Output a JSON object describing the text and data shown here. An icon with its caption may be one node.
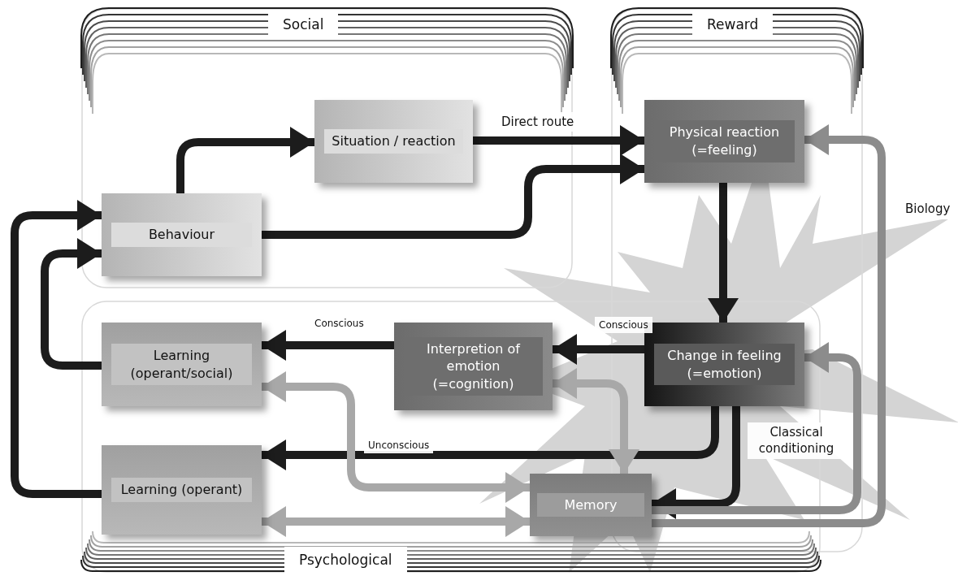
{
  "diagram": {
    "nodes": [
      {
        "text": [
          "Social"
        ]
      },
      {
        "text": [
          "Behaviour"
        ],
        "in": 0
      },
      {
        "text": [
          "Situation / reaction"
        ],
        "in": 0
      },
      {
        "text": [
          "Reward"
        ]
      },
      {
        "text": [
          "Physical reaction (=feeling)"
        ],
        "in": 3
      },
      {
        "text": [
          "Psychological"
        ]
      },
      {
        "text": [
          "Learning (operant/social)"
        ],
        "in": 5
      },
      {
        "text": [
          "Interpretion of emotion (=cognition)"
        ],
        "in": 5
      },
      {
        "text": [
          "Change in feeling (=emotion)"
        ]
      },
      {
        "text": [
          "Learning (operant)"
        ],
        "in": 5
      },
      {
        "text": [
          "Memory"
        ],
        "in": 5
      }
    ],
    "edges": [
      {
        "from": 1,
        "to": 2,
        "arrow": "to"
      },
      {
        "from": 2,
        "to": 4,
        "arrow": "to",
        "label": "Direct route"
      },
      {
        "from": 1,
        "to": 4,
        "arrow": "to"
      },
      {
        "from": 4,
        "to": 8,
        "arrow": "to"
      },
      {
        "from": 8,
        "to": 7,
        "arrow": "to",
        "label": "Conscious"
      },
      {
        "from": 7,
        "to": 6,
        "arrow": "to",
        "label": "Conscious"
      },
      {
        "from": 8,
        "to": 9,
        "arrow": "to",
        "label": "Unconscious"
      },
      {
        "from": 8,
        "to": 10,
        "arrow": "to",
        "label": "Classical conditioning"
      },
      {
        "from": 6,
        "to": 1,
        "arrow": "to"
      },
      {
        "from": 9,
        "to": 1,
        "arrow": "to"
      },
      {
        "from": 10,
        "to": 4,
        "arrow": "to",
        "color": "#8c8c8c"
      },
      {
        "from": 10,
        "to": 8,
        "arrow": "to",
        "color": "#8c8c8c"
      },
      {
        "from": 7,
        "to": 10,
        "arrow": "both",
        "color": "#a8a8a8"
      },
      {
        "from": 6,
        "to": 10,
        "arrow": "both",
        "color": "#a8a8a8"
      },
      {
        "from": 9,
        "to": 10,
        "arrow": "both",
        "color": "#a8a8a8"
      }
    ],
    "labels": [
      "Biology"
    ]
  }
}
